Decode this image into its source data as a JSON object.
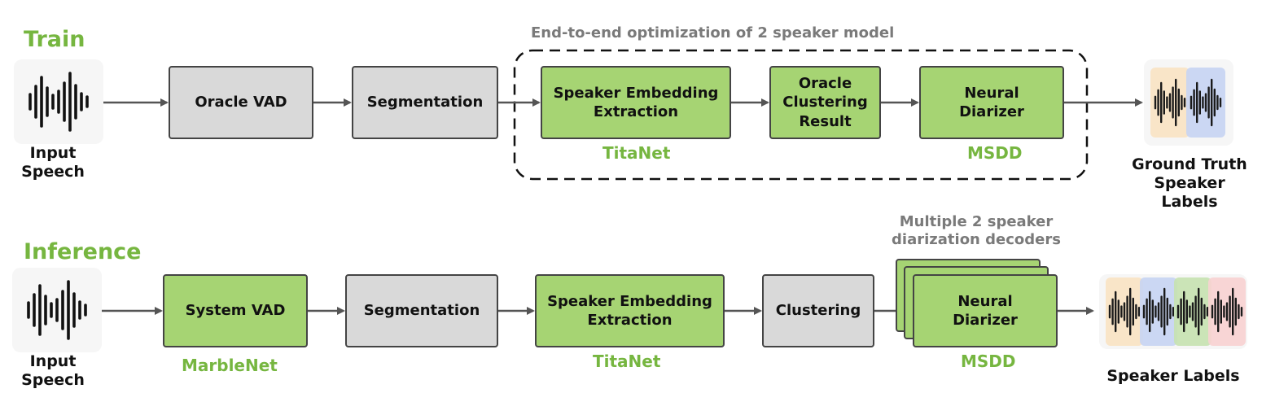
{
  "train": {
    "title": "Train",
    "input_label": "Input\nSpeech",
    "boxes": {
      "oracle_vad": "Oracle VAD",
      "segmentation": "Segmentation",
      "embedding": "Speaker Embedding\nExtraction",
      "oracle_clustering": "Oracle\nClustering\nResult",
      "neural_diarizer": "Neural\nDiarizer"
    },
    "models": {
      "embedding": "TitaNet",
      "diarizer": "MSDD"
    },
    "dashed_caption": "End-to-end optimization of 2 speaker model",
    "output_label": "Ground Truth\nSpeaker Labels",
    "output_colors": [
      "#f9e3c3",
      "#c7d4f3"
    ]
  },
  "inference": {
    "title": "Inference",
    "input_label": "Input\nSpeech",
    "boxes": {
      "system_vad": "System VAD",
      "segmentation": "Segmentation",
      "embedding": "Speaker Embedding\nExtraction",
      "clustering": "Clustering",
      "neural_diarizer": "Neural\nDiarizer"
    },
    "models": {
      "vad": "MarbleNet",
      "embedding": "TitaNet",
      "diarizer": "MSDD"
    },
    "stack_caption": "Multiple 2 speaker\ndiarization decoders",
    "output_label": "Speaker Labels",
    "output_colors": [
      "#f9e3c3",
      "#c7d4f3",
      "#c6e2b0",
      "#f8d2d2"
    ]
  },
  "colors": {
    "accent_green": "#76b640",
    "box_green": "#a6d473",
    "box_gray": "#d9d9d9",
    "border": "#444444",
    "caption_gray": "#7a7a7a"
  },
  "icons": {
    "input": "waveform-icon",
    "output": "speaker-waveform-icon"
  }
}
